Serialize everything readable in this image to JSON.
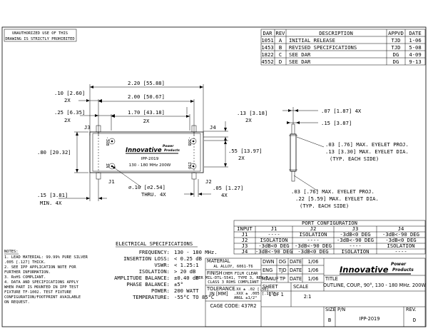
{
  "notice": {
    "line1": "UNAUTHORIZED USE OF THIS",
    "line2": "DRAWING IS STRICTLY PROHIBITED"
  },
  "revisions": {
    "headers": [
      "DAR",
      "REV",
      "DESCRIPTION",
      "APPVD",
      "DATE"
    ],
    "rows": [
      {
        "dar": "1051",
        "rev": "A",
        "desc": "INITIAL RELEASE",
        "appvd": "TJD",
        "date": "1-06"
      },
      {
        "dar": "1453",
        "rev": "B",
        "desc": "REVISED SPECIFICATIONS",
        "appvd": "TJD",
        "date": "5-08"
      },
      {
        "dar": "1822",
        "rev": "C",
        "desc": "SEE DAR",
        "appvd": "DG",
        "date": "4-09"
      },
      {
        "dar": "4552",
        "rev": "D",
        "desc": "SEE DAR",
        "appvd": "DG",
        "date": "9-13"
      }
    ]
  },
  "dims": {
    "overall_width": "2.20 [55.88]",
    "inner_width": "2.00 [50.67]",
    "port_spacing": "1.70 [43.18]",
    "qty2": "2X",
    "left_edge": ".10 [2.60]",
    "top_offset": ".25 [6.35]",
    "top_right": ".13 [3.18]",
    "height": ".80 [20.32]",
    "hole_spacing": ".55 [13.97]",
    "bottom_left": ".15 [3.81]",
    "min4x": "MIN. 4X",
    "hole_dia": "⌀.10 [⌀2.54]",
    "thru4x": "THRU. 4X",
    "bottom_right": ".05 [1.27]",
    "qty4": "4X"
  },
  "part": {
    "brand": "Innovative",
    "brand_sup1": "Power",
    "brand_sup2": "Products",
    "model": "IPP-2019",
    "spec": "130 - 180 MHz  200W"
  },
  "ports": {
    "j1": "J1",
    "j2": "J2",
    "j3": "J3",
    "j4": "J4",
    "db1": "-3dB",
    "db2": "-3dB",
    "in": "IN",
    "iso": "ISO"
  },
  "side": {
    "d1": ".07 [1.87] 4X",
    "d2": ".15 [3.87]",
    "n1": [
      ".03 [.76] MAX. EYELET PROJ.",
      ".13 [3.30] MAX. EYELET DIA.",
      "(TYP. EACH SIDE)"
    ],
    "n2": [
      ".03 [.76] MAX. EYELET PROJ.",
      ".22 [5.59] MAX. EYELET DIA.",
      "(TYP. EACH SIDE)"
    ]
  },
  "port_config": {
    "title": "PORT CONFIGURATION",
    "headers": [
      "INPUT",
      "J1",
      "J2",
      "J3",
      "J4"
    ],
    "rows": [
      [
        "J1",
        "----",
        "ISOLATION",
        "-3dB<0 DEG",
        "-3dB<-90 DEG"
      ],
      [
        "J2",
        "ISOLATION",
        "----",
        "-3dB<-90 DEG",
        "-3dB<0 DEG"
      ],
      [
        "J3",
        "-3dB<0 DEG",
        "-3dB<-90 DEG",
        "----",
        "ISOLATION"
      ],
      [
        "J4",
        "-3dB<-90 DEG",
        "-3dB<0 DEG",
        "ISOLATION",
        "----"
      ]
    ]
  },
  "electrical": {
    "title": "ELECTRICAL SPECIFICATIONS",
    "rows": [
      {
        "label": "FREQUENCY:",
        "value": "130 - 180 MHz."
      },
      {
        "label": "INSERTION LOSS:",
        "value": "< 0.25 dB"
      },
      {
        "label": "VSWR:",
        "value": "< 1.25:1"
      },
      {
        "label": "ISOLATION:",
        "value": "> 20 dB"
      },
      {
        "label": "AMPLITUDE BALANCE:",
        "value": "±0.40 dB"
      },
      {
        "label": "PHASE BALANCE:",
        "value": "±5°"
      },
      {
        "label": "POWER:",
        "value": "200 WATT"
      },
      {
        "label": "TEMPERATURE:",
        "value": "-55°C TO 85°C"
      }
    ]
  },
  "notes": {
    "title": "NOTES:",
    "lines": [
      "1. LEAD MATERIAL: 99.99% PURE SILVER",
      "   .005 [.127] THICK.",
      "2. SEE IPP APPLICATION NOTE FOR",
      "   FURTHER INFORMATION.",
      "3. RoHS COMPLIANT.",
      "4. DATA AND SPECIFICATIONS APPLY",
      "   WHEN PART IS MOUNTED IN IPP TEST",
      "   FIXTURE TF-1002. TEST FIXTURE",
      "   CONFIGURATION/FOOTPRINT AVAILABLE",
      "   ON REQUEST."
    ]
  },
  "titleblock": {
    "material_label": "MATERIAL",
    "material_value": "AL ALLOY, 6061-T6",
    "finish_label": "FINISH",
    "finish_lines": [
      "CHEM FILM CLEAR",
      "PER MIL-DTL-5541, TYPE 3, REV F,",
      "CLASS 3 ROHS COMPLIANT"
    ],
    "tol_label": "TOLERANCE",
    "tol_lines": [
      ".XX ± .02  [.50]",
      ".XXX ± .005 [.127]",
      "ANGL ±1/2°"
    ],
    "tol_units": "IN [MM]",
    "cage": "CAGE CODE: 437R2",
    "dwn_label": "DWN",
    "dwn_by": "DG",
    "dwn_date_label": "DATE",
    "dwn_date": "1/06",
    "eng_label": "ENG",
    "eng_by": "TJD",
    "eng_date_label": "DATE",
    "eng_date": "1/06",
    "manuf_label": "MANUF",
    "manuf_by": "TP",
    "manuf_date_label": "DATE",
    "manuf_date": "1/06",
    "sheet_label": "SHEET",
    "sheet_value": "1 OF 1",
    "scale_label": "SCALE",
    "scale_value": "2:1",
    "title_label": "TITLE",
    "title_value": "OUTLINE, COUP., 90°, 130 - 180 MHz. 200W",
    "size_label": "SIZE",
    "size_value": "B",
    "pn_label": "P/N",
    "pn_value": "IPP-2019",
    "rev_label": "REV.",
    "rev_value": "D"
  }
}
